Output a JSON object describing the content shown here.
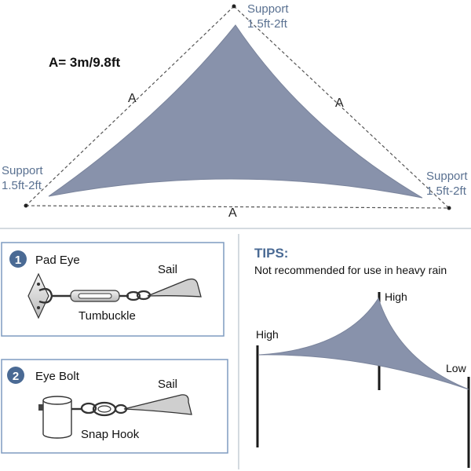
{
  "dimension_label": "A= 3m/9.8ft",
  "side_label": "A",
  "support": {
    "title": "Support",
    "range": "1.5ft-2ft"
  },
  "method1": {
    "number": "1",
    "title": "Pad Eye",
    "sail": "Sail",
    "part": "Tumbuckle"
  },
  "method2": {
    "number": "2",
    "title": "Eye Bolt",
    "sail": "Sail",
    "part": "Snap Hook"
  },
  "tips": {
    "heading": "TIPS:",
    "text": "Not recommended for use in heavy rain",
    "high": "High",
    "low": "Low"
  },
  "colors": {
    "sail": "#8892ab",
    "label": "#5a7191",
    "accent": "#4a6a94",
    "border": "#7f9bc0",
    "post": "#1a1a1a"
  }
}
